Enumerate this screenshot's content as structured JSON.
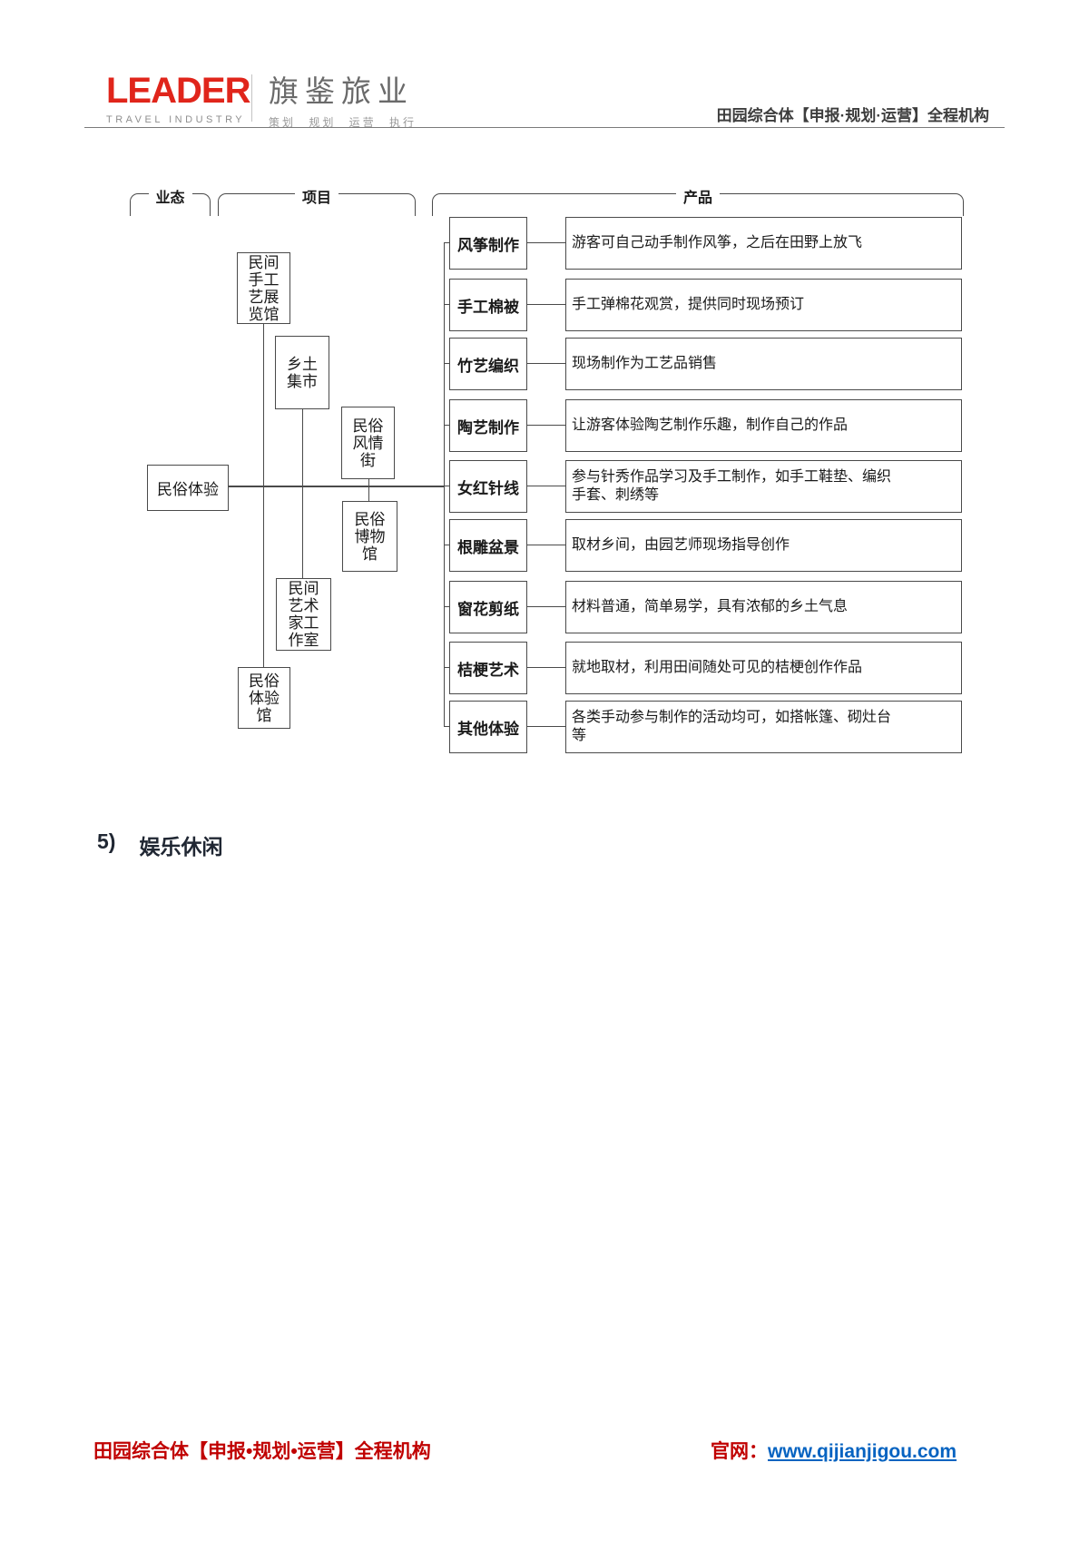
{
  "header": {
    "logo_brand": "LEADER",
    "logo_sub": "TRAVEL INDUSTRY",
    "logo_cn": "旗鉴旅业",
    "logo_tagline": "策划 规划 运营 执行",
    "right_title": "田园综合体【申报·规划·运营】全程机构"
  },
  "diagram": {
    "column_labels": {
      "business": "业态",
      "project": "项目",
      "product": "产品"
    },
    "business_box": "民俗体验",
    "projects": [
      {
        "label": "民间手工艺展览馆"
      },
      {
        "label": "乡土集市"
      },
      {
        "label": "民俗风情街"
      },
      {
        "label": "民俗博物馆"
      },
      {
        "label": "民间艺术家工作室"
      },
      {
        "label": "民俗体验馆"
      }
    ],
    "products": [
      {
        "name": "风筝制作",
        "desc": "游客可自己动手制作风筝，之后在田野上放飞"
      },
      {
        "name": "手工棉被",
        "desc": "手工弹棉花观赏，提供同时现场预订"
      },
      {
        "name": "竹艺编织",
        "desc": "现场制作为工艺品销售"
      },
      {
        "name": "陶艺制作",
        "desc": "让游客体验陶艺制作乐趣，制作自己的作品"
      },
      {
        "name": "女红针线",
        "desc": "参与针秀作品学习及手工制作，如手工鞋垫、编织\n手套、刺绣等"
      },
      {
        "name": "根雕盆景",
        "desc": "取材乡间，由园艺师现场指导创作"
      },
      {
        "name": "窗花剪纸",
        "desc": "材料普通，简单易学，具有浓郁的乡土气息"
      },
      {
        "name": "桔梗艺术",
        "desc": "就地取材，利用田间随处可见的桔梗创作作品"
      },
      {
        "name": "其他体验",
        "desc": "各类手动参与制作的活动均可，如搭帐篷、砌灶台\n等"
      }
    ]
  },
  "section": {
    "number": "5)",
    "title": "娱乐休闲"
  },
  "footer": {
    "left_text": "田园综合体【申报•规划•运营】全程机构",
    "site_label": "官网：",
    "site_url": "www.qijianjigou.com"
  },
  "colors": {
    "brand_red": "#e0251b",
    "footer_red": "#c00000",
    "link_blue": "#0563c1",
    "diagram_line": "#4a4a4a"
  }
}
